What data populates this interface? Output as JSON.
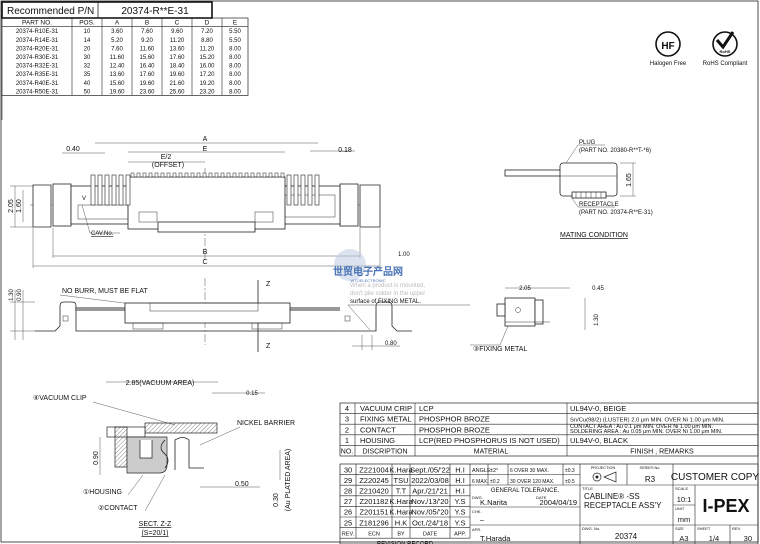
{
  "recommended": {
    "label": "Recommended P/N",
    "value": "20374-R**E-31"
  },
  "dimension_table": {
    "headers": [
      "PART NO.",
      "POS.",
      "A",
      "B",
      "C",
      "D",
      "E"
    ],
    "rows": [
      [
        "20374-R10E-31",
        "10",
        "3.60",
        "7.60",
        "9.60",
        "7.20",
        "5.50"
      ],
      [
        "20374-R14E-31",
        "14",
        "5.20",
        "9.20",
        "11.20",
        "8.80",
        "5.50"
      ],
      [
        "20374-R20E-31",
        "20",
        "7.60",
        "11.60",
        "13.60",
        "11.20",
        "8.00"
      ],
      [
        "20374-R30E-31",
        "30",
        "11.60",
        "15.60",
        "17.60",
        "15.20",
        "8.00"
      ],
      [
        "20374-R32E-31",
        "32",
        "12.40",
        "16.40",
        "18.40",
        "16.00",
        "8.00"
      ],
      [
        "20374-R35E-31",
        "35",
        "13.60",
        "17.60",
        "19.60",
        "17.20",
        "8.00"
      ],
      [
        "20374-R40E-31",
        "40",
        "15.60",
        "19.60",
        "21.60",
        "19.20",
        "8.00"
      ],
      [
        "20374-R50E-31",
        "50",
        "19.60",
        "23.60",
        "25.60",
        "23.20",
        "8.00"
      ]
    ]
  },
  "badges": {
    "hf_mark": "HF",
    "hf_label": "Halogen Free",
    "rohs_mark": "RoHS",
    "rohs_label": "RoHS Compliant"
  },
  "mating": {
    "plug": "PLUG",
    "plug_part": "(PART NO. 20380-R**T-*6)",
    "receptacle": "RECEPTACLE",
    "receptacle_part": "(PART NO. 20374-R**E-31)",
    "height": "1.65",
    "title": "MATING CONDITION"
  },
  "top_view": {
    "A": "A",
    "E": "E",
    "E_half": "E/2",
    "offset": "(OFFSET)",
    "pitch": "0.40",
    "gap": "0.18",
    "h1": "2.05",
    "h2": "1.60",
    "cav": "CAV.No.",
    "B": "B",
    "C": "C",
    "ref": "1.00"
  },
  "side_view": {
    "no_burr": "NO BURR, MUST BE FLAT",
    "z": "Z",
    "note": [
      "When a product is mounted,",
      "don't pile solder in the upper",
      "surface of FIXING METAL."
    ],
    "h1": "1.30",
    "h2": "0.90",
    "foot": "0.80"
  },
  "end_view": {
    "w": "2.05",
    "gap": "0.45",
    "h": "1.30",
    "fixing": "③FIXING METAL"
  },
  "watermark": {
    "cn": "世贸电子产品网",
    "en": "WTOELECTRONIC"
  },
  "section": {
    "vacuum_area": "2.85(VACUUM AREA)",
    "gap": "0.15",
    "vacuum_clip": "④VACUUM CLIP",
    "nickel": "NICKEL BARRIER",
    "h": "0.90",
    "w": "0.50",
    "plated": "0.30",
    "plated_label": "(Au PLATED AREA)",
    "housing": "①HOUSING",
    "contact": "②CONTACT",
    "title": "SECT. Z-Z",
    "scale": "(S=20/1)"
  },
  "materials": {
    "rows": [
      [
        "4",
        "VACUUM CRIP",
        "LCP",
        "UL94V-0, BEIGE"
      ],
      [
        "3",
        "FIXING METAL",
        "PHOSPHOR BROZE",
        "Sn/Cu(98/2) (LUSTER) 2.0 μm MIN. OVER Ni 1.00 μm MIN."
      ],
      [
        "2",
        "CONTACT",
        "PHOSPHOR BROZE",
        "CONTACT AREA : Au 0.1 μm MIN. OVER Ni 1.00 μm MIN.|SOLDERING AREA : Au 0.05 μm MIN. OVER Ni 1.00 μm MIN."
      ],
      [
        "1",
        "HOUSING",
        "LCP(RED PHOSPHORUS IS NOT USED)",
        "UL94V-0, BLACK"
      ]
    ],
    "headers": [
      "NO.",
      "DISCRIPTION",
      "MATERIAL",
      "FINISH , REMARKS"
    ]
  },
  "revisions": {
    "rows": [
      [
        "30",
        "Z221004",
        "K.Hara",
        "Sept./05/'22",
        "H.I"
      ],
      [
        "29",
        "Z220245",
        "TSU",
        "2022/03/08",
        "H.I"
      ],
      [
        "28",
        "Z210420",
        "T.T",
        "Apr./21/'21",
        "H.I"
      ],
      [
        "27",
        "Z201182",
        "K.Hara",
        "Nov./13/'20",
        "Y.S"
      ],
      [
        "26",
        "Z201151",
        "K.Hara",
        "Nov./05/'20",
        "Y.S"
      ],
      [
        "25",
        "Z181296",
        "H.K",
        "Oct./24/'18",
        "Y.S"
      ]
    ],
    "headers": [
      "REV.",
      "ECN",
      "BY",
      "DATE",
      "APP."
    ],
    "title": "REVISION RECORD"
  },
  "title_block": {
    "angle": "ANGLE",
    "angle_tol": "±2°",
    "r1": "6 OVER 30 MAX.",
    "r1_tol": "±0.3",
    "six_max": "6 MAX.",
    "six_tol": "±0.2",
    "r2": "30 OVER 120 MAX.",
    "r2_tol": "±0.5",
    "general": "GENERAL TOLERANCE.",
    "dwg_label": "DWG.",
    "dwg": "K.Narita",
    "date_label": "DATE",
    "date": "2004/04/19",
    "chk_label": "CHK.",
    "chk": "–",
    "apr_label": "APR.",
    "apr": "T.Harada",
    "projection": "PROJECTION",
    "series_label": "SERIES No.",
    "series": "R3",
    "title_label": "TITLE",
    "title1": "CABLINE® -SS",
    "title2": "RECEPTACLE ASS'Y",
    "scale_label": "SCALE",
    "scale": "10:1",
    "unit_label": "UNIT",
    "unit": "mm",
    "dwg_no_label": "DWG. No.",
    "dwg_no": "20374",
    "size_label": "SIZE",
    "size": "A3",
    "sheet_label": "SHEET",
    "sheet": "1/4",
    "rev_label": "REV.",
    "rev": "30",
    "customer_copy": "CUSTOMER COPY",
    "brand": "I-PEX"
  }
}
